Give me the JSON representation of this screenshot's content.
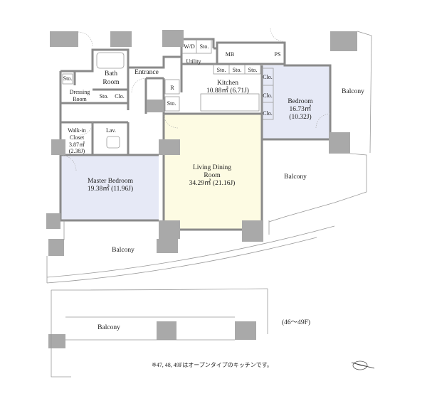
{
  "colors": {
    "wall": "#8a8a8a",
    "pillar": "#a9a9a9",
    "master_bedroom_fill": "#e6e9f6",
    "bedroom_fill": "#e6e9f6",
    "living_fill": "#fdfbe3",
    "background": "#ffffff"
  },
  "rooms": {
    "bath": {
      "name_1": "Bath",
      "name_2": "Room"
    },
    "entrance": {
      "name": "Entrance"
    },
    "dressing": {
      "name_1": "Dressing",
      "name_2": "Room"
    },
    "walkin": {
      "name_1": "Walk-in",
      "name_2": "Closet",
      "area_m2": "3.87㎡",
      "area_j": "(2.38J)"
    },
    "lav": {
      "name": "Lav."
    },
    "master": {
      "name": "Master Bedroom",
      "area": "19.38㎡ (11.96J)"
    },
    "living": {
      "name_1": "Living Dining",
      "name_2": "Room",
      "area": "34.29㎡ (21.16J)"
    },
    "kitchen": {
      "name": "Kitchen",
      "area": "10.88㎡ (6.71J)"
    },
    "bedroom": {
      "name": "Bedroom",
      "area_m2": "16.73㎡",
      "area_j": "(10.32J)"
    },
    "utility": {
      "name": "Utility"
    }
  },
  "storage": {
    "wd": "W/D",
    "sto": "Sto.",
    "clo": "Clo.",
    "mb": "MB",
    "ps": "PS",
    "r": "R"
  },
  "balconies": {
    "right_upper": "Balcony",
    "right_lower": "Balcony",
    "main": "Balcony",
    "lower": "Balcony"
  },
  "floors_note": "(46～49F)",
  "footnote": "※47, 48, 49Fはオープンタイプのキッチンです。",
  "icons": [
    "compass-icon"
  ]
}
